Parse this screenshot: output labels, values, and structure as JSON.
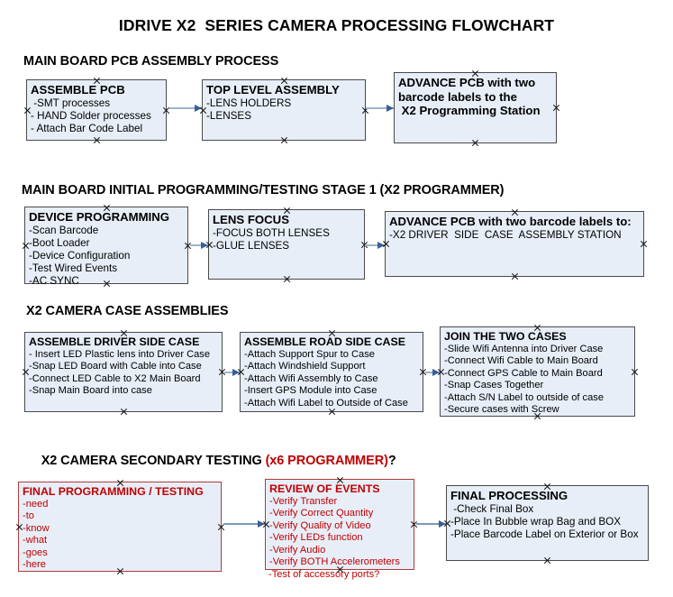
{
  "title": "IDRIVE X2  SERIES CAMERA PROCESSING FLOWCHART",
  "accent_colors": {
    "box_fill": "#e7eef8",
    "box_border": "#4a4a4a",
    "red_text": "#c00000",
    "red_border": "#b03a3a",
    "connector_line": "#9cb3cc",
    "connector_arrow": "#3b5e96"
  },
  "sections": [
    {
      "heading": "MAIN BOARD PCB ASSEMBLY PROCESS",
      "heading_note": "",
      "nodes": [
        {
          "title": "ASSEMBLE PCB",
          "lines": [
            " -SMT processes",
            "- HAND Solder processes",
            "- Attach Bar Code Label"
          ]
        },
        {
          "title": "TOP LEVEL ASSEMBLY",
          "lines": [
            "-LENS HOLDERS",
            "-LENSES"
          ]
        },
        {
          "title": "ADVANCE PCB with two",
          "lines": [
            "barcode labels to the",
            " X2 Programming Station"
          ]
        }
      ]
    },
    {
      "heading": "MAIN BOARD INITIAL PROGRAMMING/TESTING STAGE 1 (X2 PROGRAMMER)",
      "heading_note": "",
      "nodes": [
        {
          "title": "DEVICE PROGRAMMING",
          "lines": [
            "-Scan Barcode",
            "-Boot Loader",
            "-Device Configuration",
            "-Test Wired Events",
            "-AC SYNC"
          ]
        },
        {
          "title": "LENS FOCUS",
          "lines": [
            "-FOCUS BOTH LENSES",
            "-GLUE LENSES"
          ]
        },
        {
          "title": "ADVANCE PCB with two barcode labels to:",
          "lines": [
            "-X2 DRIVER  SIDE  CASE  ASSEMBLY STATION"
          ]
        }
      ]
    },
    {
      "heading": "X2 CAMERA CASE ASSEMBLIES",
      "heading_note": "",
      "nodes": [
        {
          "title": "ASSEMBLE DRIVER SIDE CASE",
          "lines": [
            "- Insert LED Plastic lens into Driver Case",
            "-Snap LED Board with Cable into Case",
            "-Connect LED Cable to X2 Main Board",
            "-Snap Main Board into case"
          ]
        },
        {
          "title": "ASSEMBLE ROAD SIDE CASE",
          "lines": [
            "-Attach Support Spur to Case",
            "-Attach Windshield Support",
            "-Attach Wifi Assembly to Case",
            "-Insert GPS Module into Case",
            "-Attach Wifi Label to Outside of Case"
          ]
        },
        {
          "title": "JOIN THE TWO CASES",
          "lines": [
            "-Slide Wifi Antenna into Driver Case",
            "-Connect Wifi Cable to Main Board",
            "-Connect GPS Cable to Main Board",
            "-Snap Cases Together",
            "-Attach S/N Label to outside of case",
            "-Secure cases with Screw"
          ]
        }
      ]
    },
    {
      "heading": "X2 CAMERA SECONDARY TESTING ",
      "heading_note": "(x6 PROGRAMMER)",
      "heading_suffix": "?",
      "nodes": [
        {
          "title": "FINAL PROGRAMMING / TESTING",
          "lines": [
            "-need",
            "-to",
            "-know",
            "-what",
            "-goes",
            "-here"
          ]
        },
        {
          "title": "REVIEW OF EVENTS",
          "lines": [
            "-Verify Transfer",
            "-Verify Correct Quantity",
            "-Verify Quality of Video",
            "-Verify LEDs function",
            "-Verify Audio",
            "-Verify BOTH Accelerometers"
          ],
          "overflow_line": "-Test of accessory ports?"
        },
        {
          "title": "FINAL PROCESSING",
          "lines": [
            " -Check Final Box",
            "-Place In Bubble wrap Bag and BOX",
            "-Place Barcode Label on Exterior or Box"
          ]
        }
      ]
    }
  ]
}
